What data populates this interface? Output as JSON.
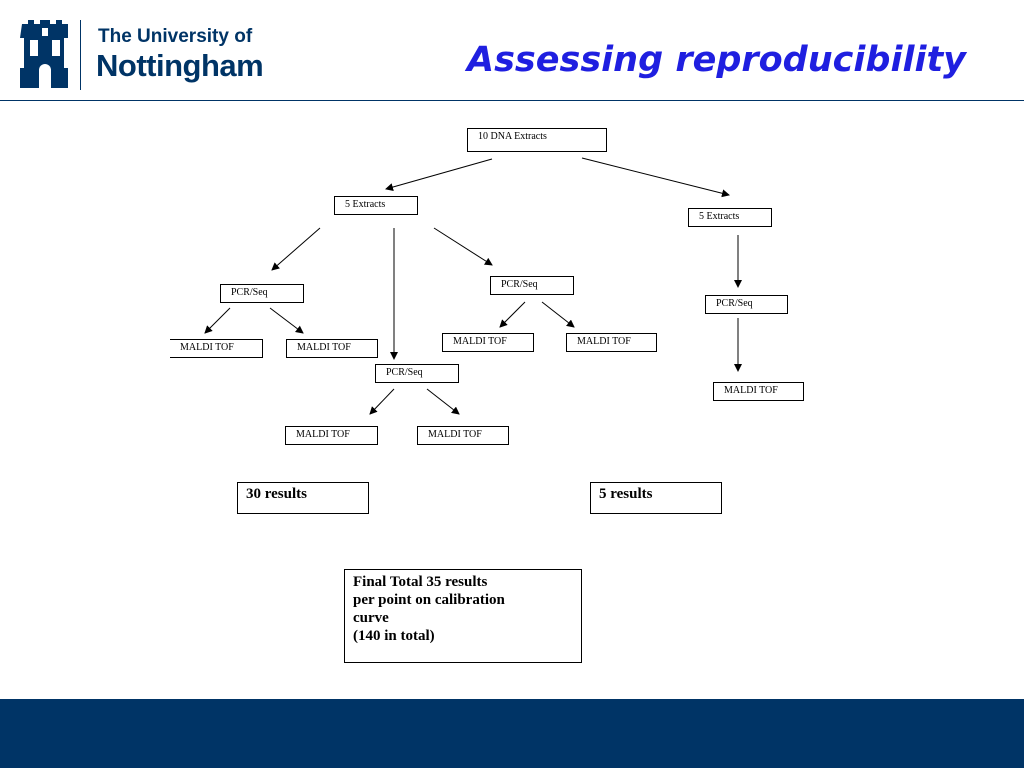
{
  "header": {
    "logo_line1": "The University of",
    "logo_line2": "Nottingham",
    "title": "Assessing reproducibility"
  },
  "diagram": {
    "root": "10 DNA Extracts",
    "left_extracts": "5 Extracts",
    "right_extracts": "5 Extracts",
    "pcr_a": "PCR/Seq",
    "pcr_b": "PCR/Seq",
    "pcr_c": "PCR/Seq",
    "pcr_d": "PCR/Seq",
    "maldi_a1": "MALDI TOF",
    "maldi_a2": "MALDI TOF",
    "maldi_b1": "MALDI TOF",
    "maldi_b2": "MALDI TOF",
    "maldi_c1": "MALDI TOF",
    "maldi_c2": "MALDI TOF",
    "maldi_d1": "MALDI TOF",
    "left_results": "30 results",
    "right_results": "5 results",
    "final_line1": "Final Total 35 results",
    "final_line2": "per point on calibration",
    "final_line3": "curve",
    "final_line4": "(140 in total)"
  },
  "colors": {
    "brand_navy": "#003466",
    "title_blue": "#1f1fe0"
  }
}
